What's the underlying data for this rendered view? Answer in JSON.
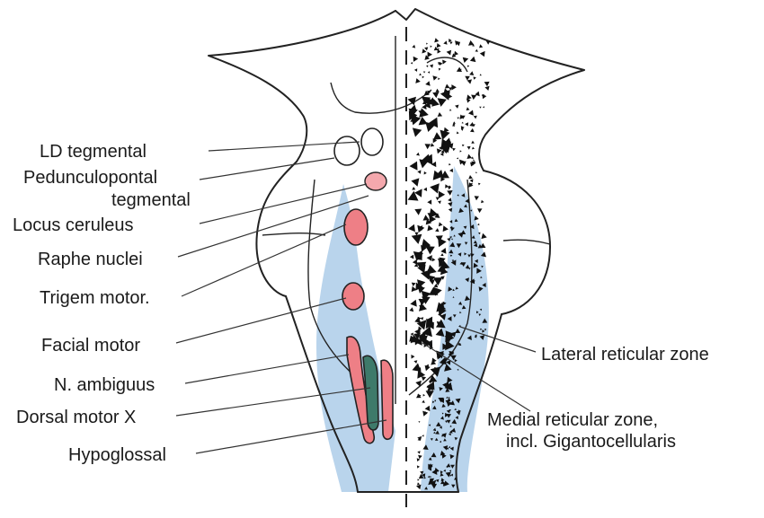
{
  "labels": {
    "ld_tegmental": "LD tegmental",
    "pedunculopontal_1": "Pedunculopontal",
    "pedunculopontal_2": "tegmental",
    "locus_ceruleus": "Locus ceruleus",
    "raphe_nuclei": "Raphe nuclei",
    "trigem_motor": "Trigem motor.",
    "facial_motor": "Facial motor",
    "n_ambiguus": "N. ambiguus",
    "dorsal_motor_x": "Dorsal motor X",
    "hypoglossal": "Hypoglossal",
    "lateral_reticular_zone": "Lateral reticular zone",
    "medial_reticular_1": "Medial reticular zone,",
    "medial_reticular_2": "incl. Gigantocellularis"
  },
  "colors": {
    "motor_nuclei": "#ee7f86",
    "pedunculopontal": "#f4a8ad",
    "dorsal_motor_x": "#3e7a6a",
    "reticular_zone_shading": "#b9d4ec",
    "outline": "#222222",
    "background": "#ffffff"
  }
}
